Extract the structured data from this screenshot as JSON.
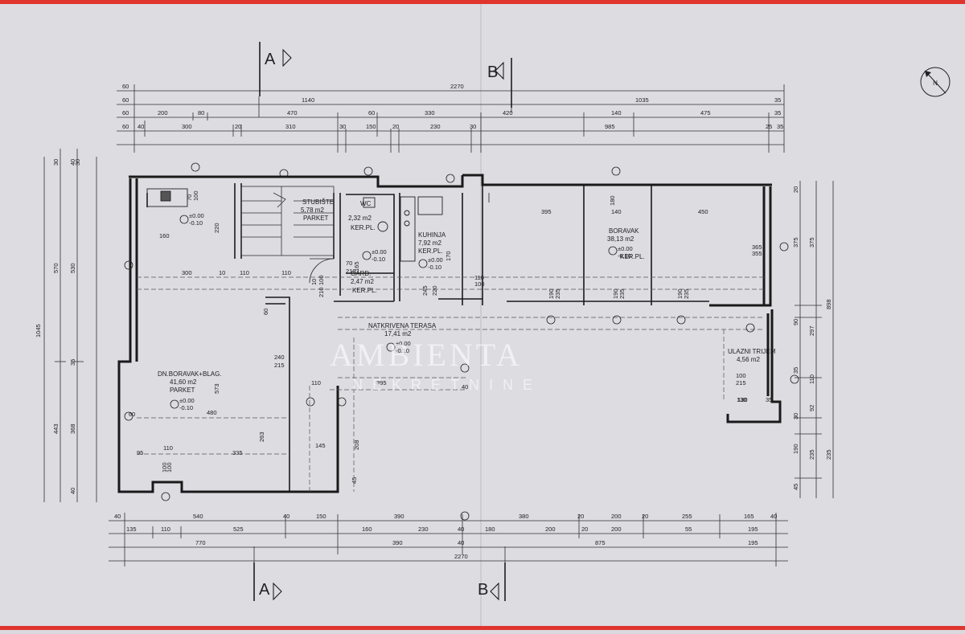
{
  "sections": {
    "a": "A",
    "b": "B"
  },
  "north": "N",
  "top_dims": {
    "row1": [
      "60",
      "2270"
    ],
    "row2": [
      "60",
      "1140",
      "1035",
      "35"
    ],
    "row3": [
      "60",
      "200",
      "80",
      "470",
      "60",
      "330",
      "420",
      "140",
      "475",
      "35"
    ],
    "row4": [
      "60",
      "40",
      "300",
      "20",
      "310",
      "30",
      "150",
      "20",
      "230",
      "30",
      "985",
      "25",
      "35"
    ]
  },
  "bottom_dims": {
    "row1": [
      "40",
      "540",
      "40",
      "150",
      "390",
      "380",
      "20",
      "200",
      "20",
      "255",
      "165",
      "40"
    ],
    "row2": [
      "135",
      "110",
      "525",
      "160",
      "230",
      "40",
      "180",
      "200",
      "20",
      "200",
      "55",
      "195"
    ],
    "row3": [
      "770",
      "390",
      "40",
      "875",
      "195"
    ],
    "row4": [
      "2270"
    ]
  },
  "left_dims": [
    "1045",
    "570",
    "530",
    "443",
    "368",
    "30",
    "40",
    "30",
    "35",
    "40"
  ],
  "right_dims": [
    "898",
    "375",
    "375",
    "297",
    "110",
    "92",
    "235",
    "235",
    "190",
    "45",
    "30",
    "90",
    "35",
    "20"
  ],
  "rooms": [
    {
      "name": "STUBIŠTE",
      "area": "5,78 m2",
      "floor": "PARKET"
    },
    {
      "name": "WC",
      "area": "2,32 m2",
      "floor": "KER.PL."
    },
    {
      "name": "KUHINJA",
      "area": "7,92 m2",
      "floor": "KER.PL."
    },
    {
      "name": "GARD.",
      "area": "2,47 m2",
      "floor": "KER.PL."
    },
    {
      "name": "BORAVAK",
      "area": "38,13 m2",
      "floor": "KER.PL."
    },
    {
      "name": "NATKRIVENA TERASA",
      "area": "17,41 m2",
      "floor": ""
    },
    {
      "name": "DN.BORAVAK+BLAG.",
      "area": "41,60 m2",
      "floor": "PARKET"
    },
    {
      "name": "ULAZNI TRIJEM",
      "area": "4,56 m2",
      "floor": ""
    }
  ],
  "levels": {
    "zero": "±0.00",
    "minus": "-0.10"
  },
  "inner_dims": [
    "70",
    "100",
    "220",
    "160",
    "300",
    "10",
    "110",
    "110",
    "10",
    "100",
    "210",
    "60",
    "240",
    "215",
    "573",
    "263",
    "208",
    "145",
    "45",
    "60",
    "480",
    "95",
    "110",
    "335",
    "100",
    "100",
    "395",
    "140",
    "450",
    "365",
    "355",
    "130",
    "180",
    "190",
    "235",
    "190",
    "235",
    "190",
    "235",
    "110",
    "100",
    "220",
    "245",
    "170",
    "110",
    "395",
    "40",
    "100",
    "215",
    "130",
    "35",
    "70",
    "210",
    "165"
  ],
  "watermark": {
    "brand": "AMBIENTA",
    "sub": "NEKRETNINE"
  }
}
